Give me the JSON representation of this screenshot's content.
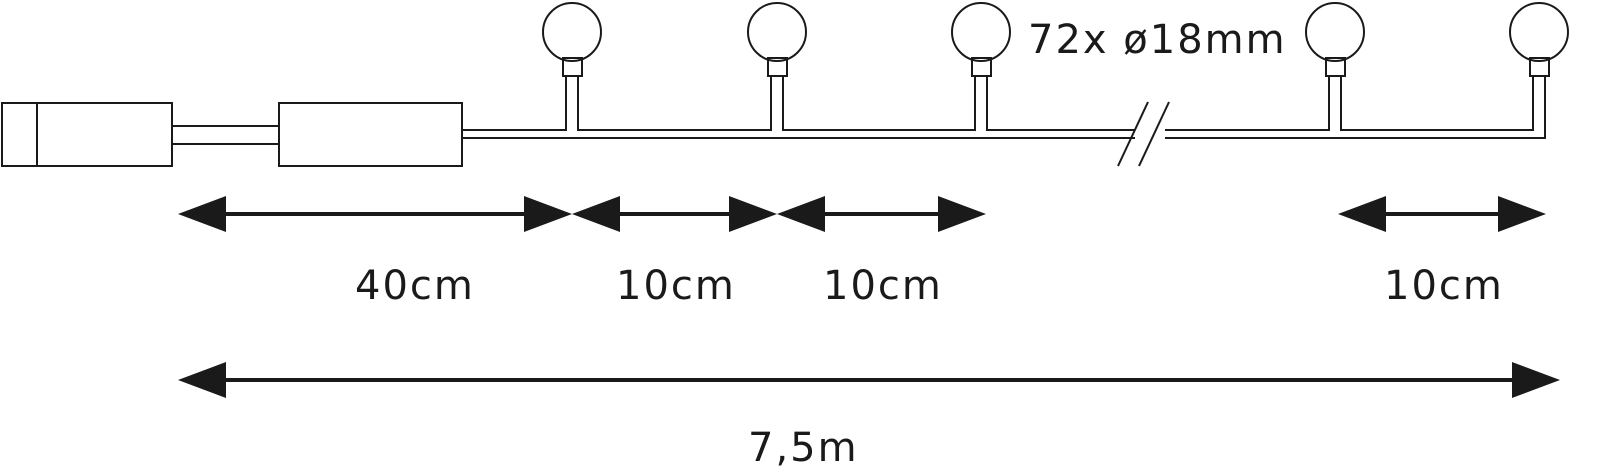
{
  "spec": {
    "bulb_count_label": "72x ø18mm"
  },
  "dimensions": {
    "plug_to_first_bulb": "40cm",
    "bulb_spacing_1": "10cm",
    "bulb_spacing_2": "10cm",
    "bulb_spacing_last": "10cm",
    "total_length": "7,5m"
  },
  "colors": {
    "line": "#1a1a1a",
    "background": "#ffffff"
  },
  "icons": {
    "cable_break": "double-slash-break-icon",
    "bulb": "round-bulb-icon",
    "plug": "plug-connector-icon"
  }
}
